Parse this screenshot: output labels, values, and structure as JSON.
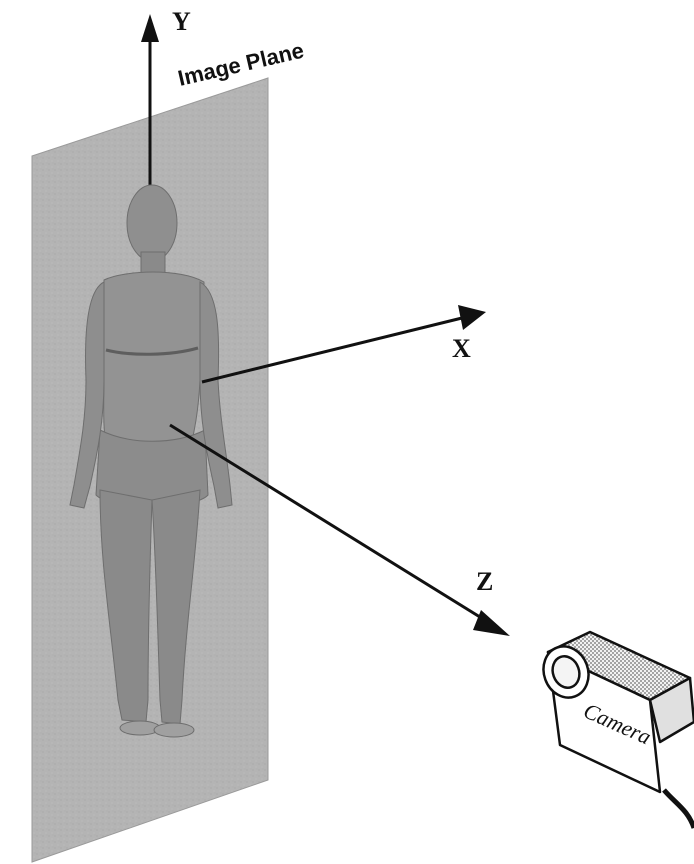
{
  "labels": {
    "y_axis": "Y",
    "x_axis": "X",
    "z_axis": "Z",
    "image_plane": "Image Plane",
    "camera": "Camera"
  },
  "colors": {
    "plane_fill": "#b4b4b4",
    "figure_fill": "#8f8f8f",
    "line": "#111111",
    "camera_shade": "#9a9a9a"
  },
  "icons": {
    "camera": "camera-icon",
    "human_figure": "human-figure"
  }
}
